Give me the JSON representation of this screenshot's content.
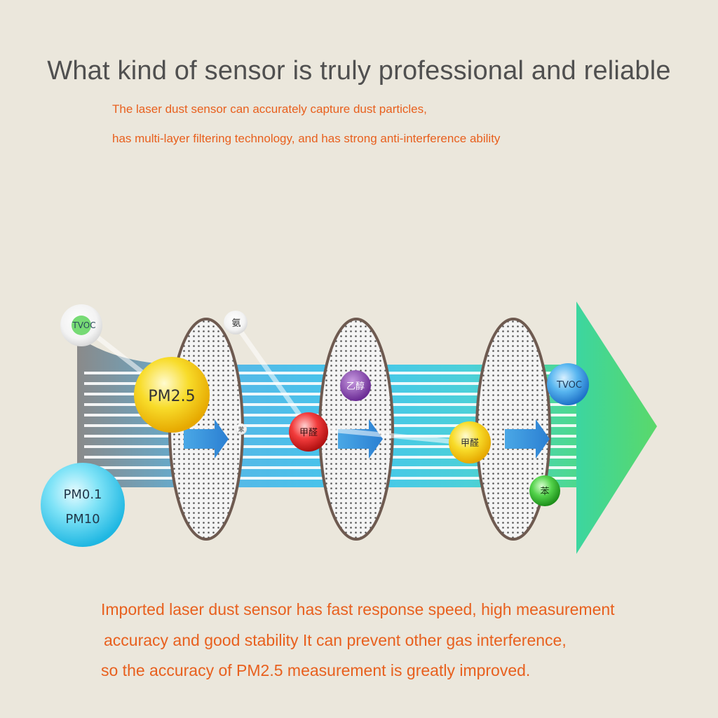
{
  "heading": "What kind of sensor is truly professional and reliable",
  "subtitle": {
    "line1": "The laser dust sensor can accurately capture dust particles,",
    "line2": "has multi-layer filtering technology, and has strong anti-interference ability"
  },
  "description": {
    "line1": "Imported laser dust sensor has fast response speed, high measurement",
    "line2": "accuracy and good stability It can prevent other gas interference,",
    "line3": "so the accuracy of PM2.5 measurement is greatly improved."
  },
  "particles": {
    "tvoc_left": "TVOC",
    "ammonia": "氨",
    "pm25": "PM2.5",
    "benzene_small": "苯",
    "pm01": "PM0.1",
    "pm10": "PM10",
    "ethanol": "乙醇",
    "formaldehyde_red": "甲醛",
    "formaldehyde_yellow": "甲醛",
    "tvoc_right": "TVOC",
    "benzene_green": "苯"
  },
  "colors": {
    "text_gray": "#505050",
    "accent_orange": "#e8601e",
    "background": "#ebe7dc",
    "flow_blue": "#4cc0e8",
    "output_green": "#3ad67a"
  }
}
